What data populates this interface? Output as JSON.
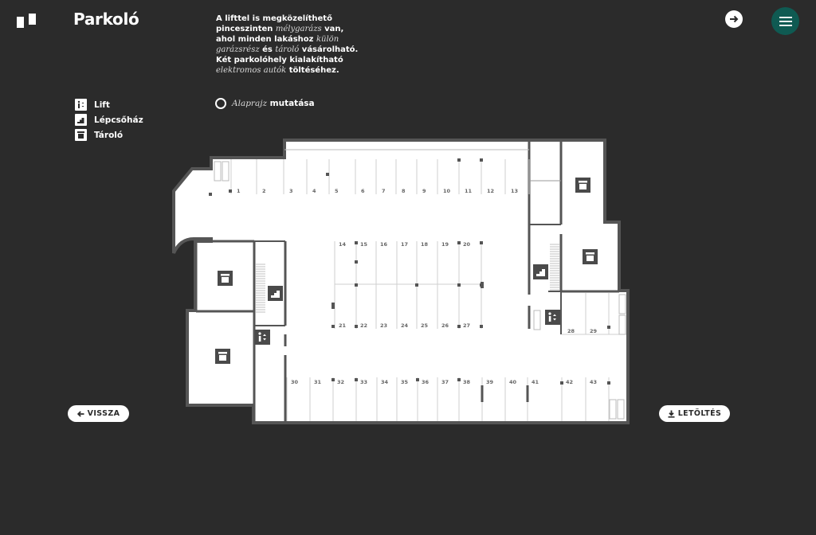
{
  "header": {
    "title": "Parkoló",
    "description_parts": [
      {
        "text": "A lifttel is megközelíthető pinceszinten ",
        "italic": false
      },
      {
        "text": "mélygarázs",
        "italic": true
      },
      {
        "text": " van, ahol minden lakáshoz ",
        "italic": false
      },
      {
        "text": "külön garázsrész",
        "italic": true
      },
      {
        "text": " és ",
        "italic": false
      },
      {
        "text": "tároló",
        "italic": true
      },
      {
        "text": " vásárolható. Két parkolóhely kialakítható ",
        "italic": false
      },
      {
        "text": "elektromos autók",
        "italic": true
      },
      {
        "text": " töltéséhez.",
        "italic": false
      }
    ]
  },
  "legend": [
    {
      "icon": "lift-icon",
      "label": "Lift"
    },
    {
      "icon": "stairs-icon",
      "label": "Lépcsőház"
    },
    {
      "icon": "storage-icon",
      "label": "Tároló"
    }
  ],
  "floorplan_toggle": {
    "italic": "Alaprajz",
    "label": " mutatása"
  },
  "buttons": {
    "back": "VISSZA",
    "download": "LETÖLTÉS"
  },
  "parking_spots": {
    "top_row": [
      "1",
      "2",
      "3",
      "4",
      "5",
      "6",
      "7",
      "8",
      "9",
      "10",
      "11",
      "12",
      "13"
    ],
    "middle_upper": [
      "14",
      "15",
      "16",
      "17",
      "18",
      "19",
      "20"
    ],
    "middle_lower": [
      "21",
      "22",
      "23",
      "24",
      "25",
      "26",
      "27"
    ],
    "right_lower": [
      "28",
      "29"
    ],
    "bottom_row": [
      "30",
      "31",
      "32",
      "33",
      "34",
      "35",
      "36",
      "37",
      "38",
      "39",
      "40",
      "41",
      "42",
      "43"
    ]
  },
  "colors": {
    "background": "#2b2b2b",
    "accent": "#0f5a52",
    "wall": "#555555"
  }
}
